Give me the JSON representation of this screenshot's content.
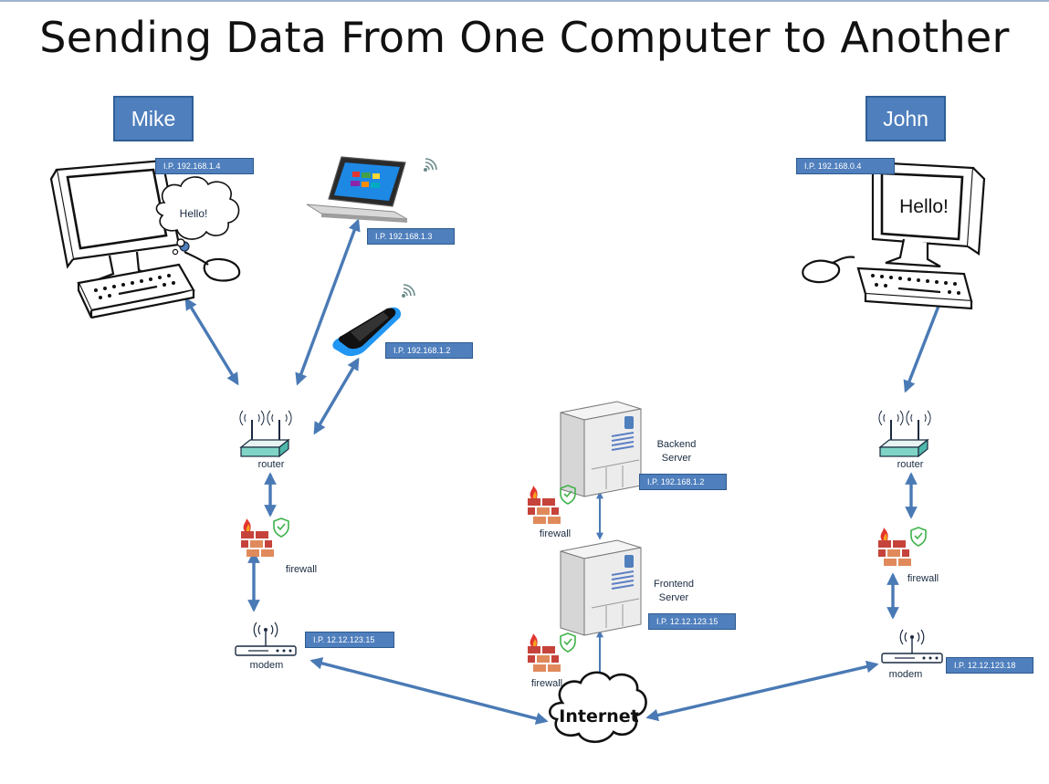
{
  "title": "Sending Data From One Computer to Another",
  "colors": {
    "arrow": "#4a7ab5",
    "box": "#4f7fbd",
    "brick": "#c6433b",
    "shield": "#3fb24a"
  },
  "people": {
    "left": "Mike",
    "right": "John"
  },
  "ips": {
    "mike_pc": "I.P. 192.168.1.4",
    "laptop": "I.P. 192.168.1.3",
    "phone": "I.P. 192.168.1.2",
    "left_modem": "I.P. 12.12.123.15",
    "backend": "I.P. 192.168.1.2",
    "frontend": "I.P. 12.12.123.15",
    "john_pc": "I.P. 192.168.0.4",
    "right_modem": "I.P. 12.12.123.18"
  },
  "messages": {
    "mike": "Hello!",
    "john": "Hello!"
  },
  "labels": {
    "left_router": "router",
    "left_firewall": "firewall",
    "left_modem": "modem",
    "backend_line1": "Backend",
    "backend_line2": "Server",
    "frontend_line1": "Frontend",
    "frontend_line2": "Server",
    "server_firewall_top": "firewall",
    "server_firewall_bottom": "firewall",
    "right_router": "router",
    "right_firewall": "firewall",
    "right_modem": "modem",
    "internet": "Internet"
  }
}
